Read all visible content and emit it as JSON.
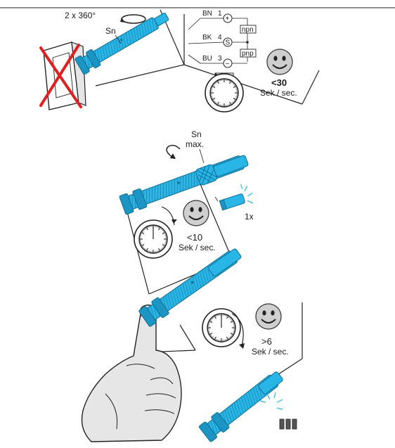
{
  "step1": {
    "rotation_label": "2 x 360°",
    "sn_label": "Sn"
  },
  "wiring": {
    "wires": [
      {
        "code": "BN",
        "pin": "1",
        "symbol": "+"
      },
      {
        "code": "BK",
        "pin": "4",
        "symbol": "S"
      },
      {
        "code": "BU",
        "pin": "3",
        "symbol": "−"
      }
    ],
    "npn_label": "npn",
    "pnp_label": "pnp",
    "time_value": "<30",
    "time_unit": "Sek / sec."
  },
  "step2": {
    "sn_label": "Sn",
    "max_label": "max.",
    "flash_count": "1x",
    "time_value": "<10",
    "time_unit": "Sek / sec."
  },
  "step3": {
    "time_value": ">6",
    "time_unit": "Sek / sec."
  },
  "colors": {
    "sensor_blue": "#29b6e6",
    "forbidden_red": "#e02020",
    "smiley_gray": "#cfcfcf"
  }
}
